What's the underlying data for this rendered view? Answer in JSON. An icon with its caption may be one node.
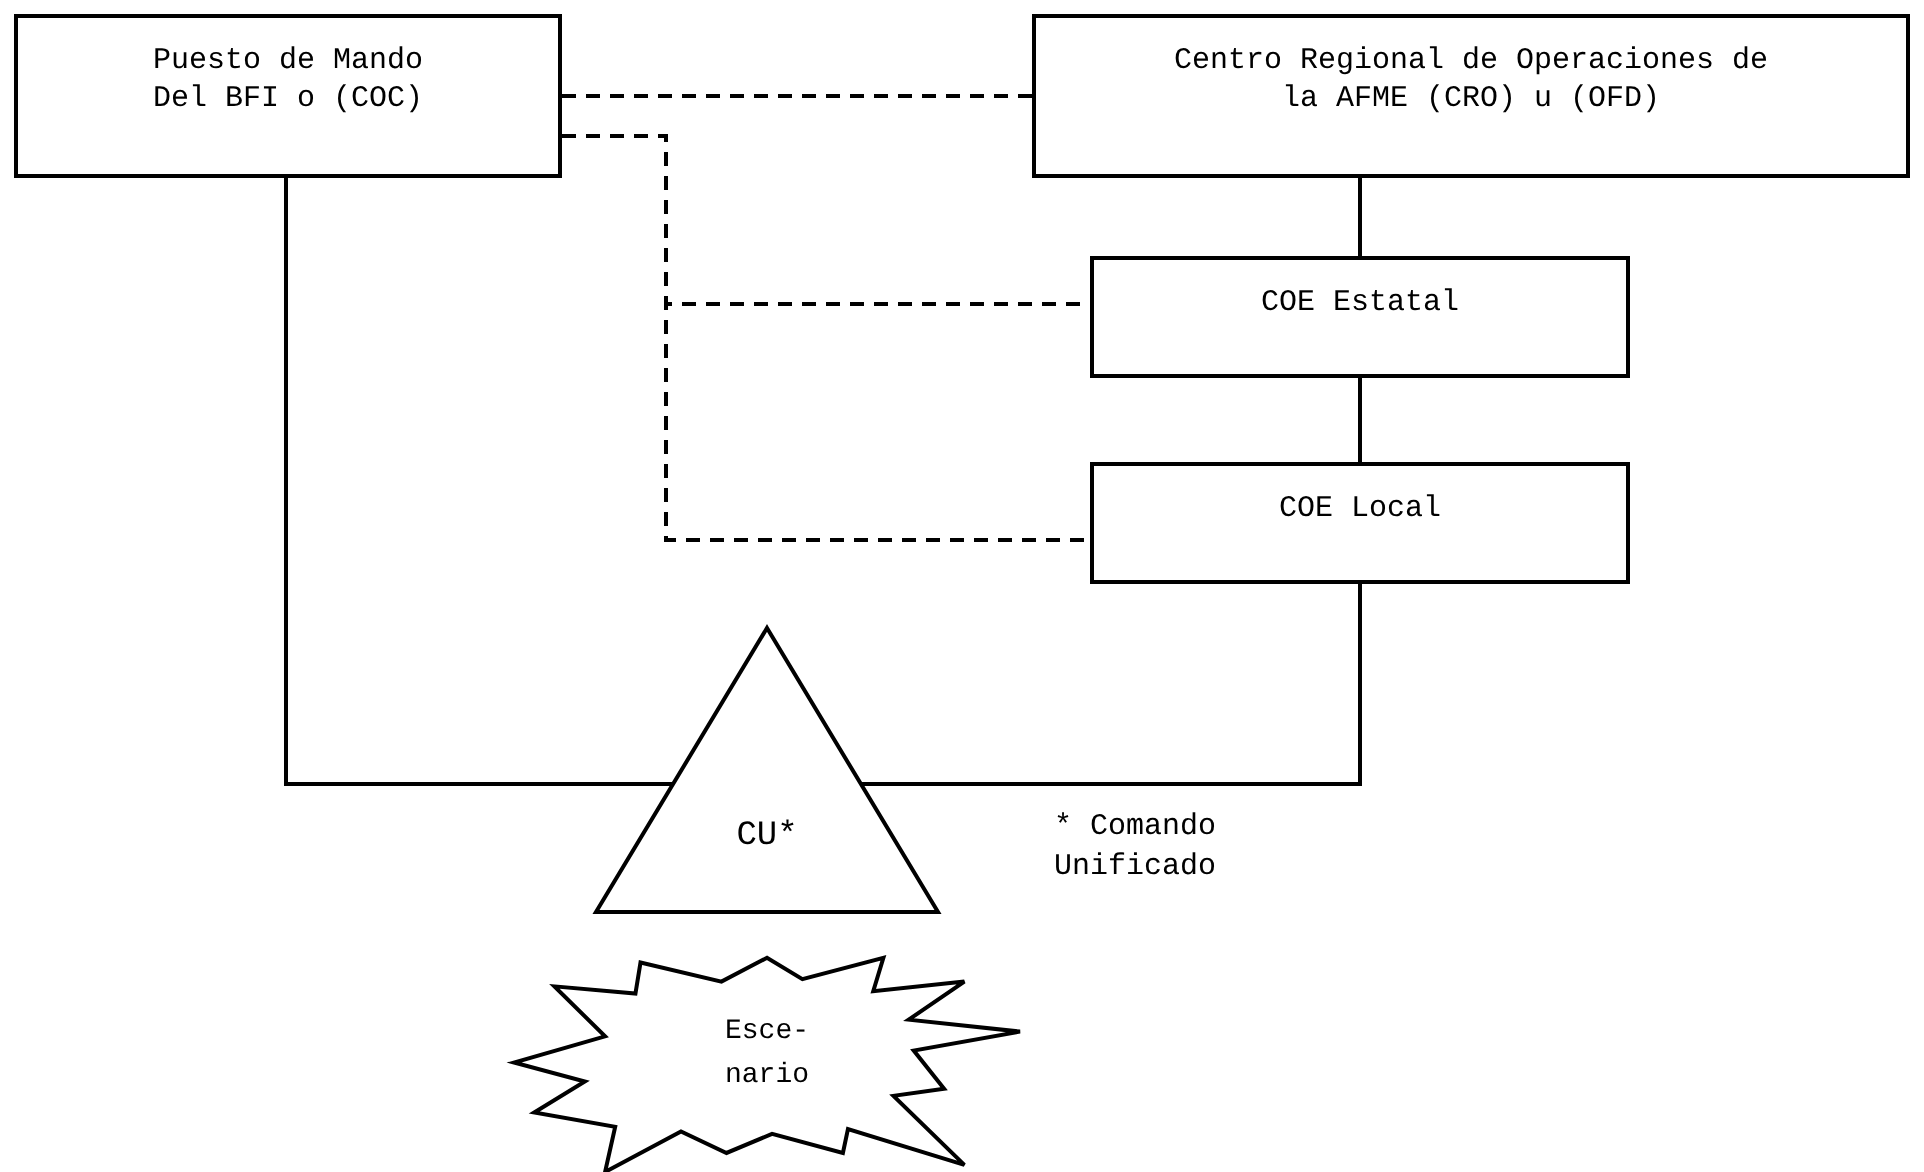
{
  "diagram": {
    "nodes": [
      {
        "text": [
          "Puesto de Mando Del BFI o (COC)"
        ]
      },
      {
        "text": [
          "Centro Regional de Operaciones de la AFME (CRO) u (OFD)"
        ]
      },
      {
        "text": [
          "COE Estatal"
        ]
      },
      {
        "text": [
          "COE Local"
        ]
      },
      {
        "text": [
          "CU*"
        ]
      },
      {
        "text": [
          "Esce- nario"
        ]
      }
    ],
    "edges": [
      {
        "from": 0,
        "to": 1,
        "arrow": "none",
        "style": "dashed"
      },
      {
        "from": 0,
        "to": 2,
        "arrow": "none",
        "style": "dashed"
      },
      {
        "from": 0,
        "to": 3,
        "arrow": "none",
        "style": "dashed"
      },
      {
        "from": 1,
        "to": 2,
        "arrow": "none"
      },
      {
        "from": 2,
        "to": 3,
        "arrow": "none"
      },
      {
        "from": 0,
        "to": 4,
        "arrow": "none"
      },
      {
        "from": 3,
        "to": 4,
        "arrow": "none"
      }
    ],
    "labels": [
      "* Comando Unificado"
    ]
  }
}
